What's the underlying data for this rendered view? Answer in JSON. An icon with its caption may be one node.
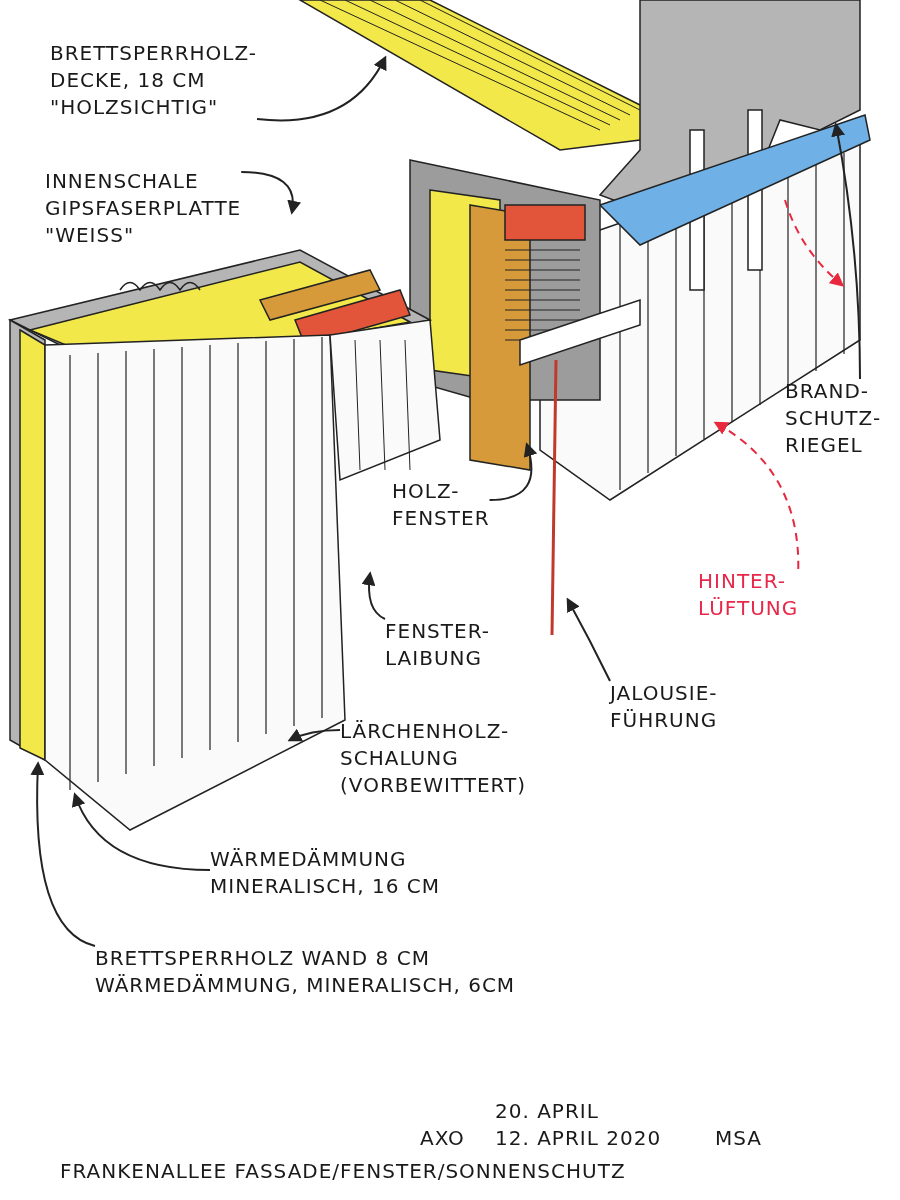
{
  "diagram": {
    "caption": "FRANKENALLEE FASSADE/FENSTER/SONNENSCHUTZ",
    "nodes": [
      {
        "text": [
          "BRETTSPERRHOLZ- DECKE, 18 CM \"HOLZSICHTIG\""
        ]
      },
      {
        "text": [
          "INNENSCHALE GIPSFASERPLATTE \"WEISS\""
        ]
      },
      {
        "text": [
          "BRAND- SCHUTZ- RIEGEL"
        ]
      },
      {
        "text": [
          "HOLZ- FENSTER"
        ]
      },
      {
        "text": [
          "HINTER- LÜFTUNG"
        ]
      },
      {
        "text": [
          "FENSTER- LAIBUNG"
        ]
      },
      {
        "text": [
          "JALOUSIE- FÜHRUNG"
        ]
      },
      {
        "text": [
          "LÄRCHENHOLZ- SCHALUNG (VORBEWITTERT)"
        ]
      },
      {
        "text": [
          "WÄRMEDÄMMUNG MINERALISCH, 16 CM"
        ]
      },
      {
        "text": [
          "BRETTSPERRHOLZ WAND 8 CM WÄRMEDÄMMUNG, MINERALISCH, 6CM"
        ]
      }
    ],
    "edges": [
      {
        "from": 0,
        "to": null,
        "arrow": "to"
      },
      {
        "from": 1,
        "to": null,
        "arrow": "to"
      },
      {
        "from": 2,
        "to": null,
        "arrow": "to"
      },
      {
        "from": 3,
        "to": null,
        "arrow": "to"
      },
      {
        "from": 4,
        "to": null,
        "arrow": "to",
        "style": "dashed",
        "color": "#e8283c"
      },
      {
        "from": 5,
        "to": null,
        "arrow": "to"
      },
      {
        "from": 6,
        "to": null,
        "arrow": "to"
      },
      {
        "from": 7,
        "to": null,
        "arrow": "to"
      },
      {
        "from": 8,
        "to": null,
        "arrow": "to"
      },
      {
        "from": 9,
        "to": null,
        "arrow": "to"
      }
    ],
    "labels": [
      "20. APRIL",
      "AXO",
      "12. APRIL 2020",
      "MSA"
    ]
  }
}
